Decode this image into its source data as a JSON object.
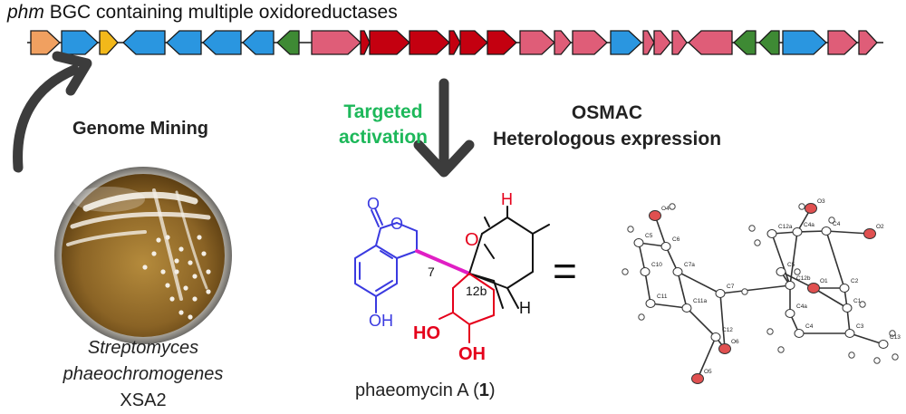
{
  "cluster": {
    "title_italic": "phm",
    "title_rest": " BGC containing multiple oxidoreductases",
    "colors": {
      "orange": "#f0a060",
      "blue": "#2a96e0",
      "yellow": "#f2b81a",
      "green": "#3e8a34",
      "pink": "#df5d78",
      "darkred": "#c40010",
      "outline": "#1a1a1a"
    }
  },
  "labels": {
    "genome_mining": "Genome Mining",
    "targeted_activation": "Targeted activation",
    "osmac": "OSMAC",
    "heterologous": "Heterologous expression",
    "organism_genus": "Streptomyces",
    "organism_species": "phaeochromogenes",
    "organism_strain": " XSA2",
    "compound_name": "phaeomycin A (",
    "compound_number": "1",
    "compound_close": ")",
    "equals": "="
  },
  "structure": {
    "atom_O_carbonyl": "O",
    "atom_O_ring": "O",
    "atom_O_ketone": "O",
    "atom_H_top": "H",
    "atom_H_right": "H",
    "label_7": "7",
    "label_12b": "12b",
    "OH_aromatic": "OH",
    "HO_left": "HO",
    "OH_bottom": "OH",
    "colors": {
      "blue": "#3a3ae0",
      "red": "#e5001b",
      "magenta": "#e01fc4",
      "black": "#111111"
    }
  },
  "crystal": {
    "atoms": [
      "O4",
      "C5",
      "C6",
      "C7a",
      "C10",
      "C11",
      "C11a",
      "C7",
      "C12",
      "O6",
      "O5",
      "C12a",
      "C4a",
      "O3",
      "C4",
      "O2",
      "C12b",
      "C5",
      "O1",
      "C2",
      "C4a",
      "C4",
      "C3",
      "C13",
      "C1"
    ],
    "colors": {
      "oxygen": "#e05050",
      "carbon": "#ffffff"
    }
  }
}
